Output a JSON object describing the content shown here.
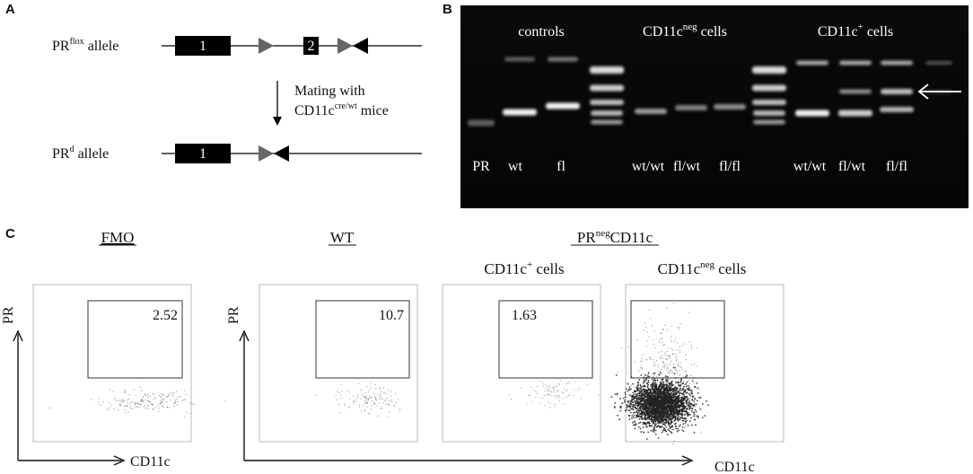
{
  "panels": {
    "a": {
      "letter": "A"
    },
    "b": {
      "letter": "B"
    },
    "c": {
      "letter": "C"
    }
  },
  "scheme": {
    "flox_allele": {
      "base": "PR",
      "sup": "flox",
      "rest": " allele"
    },
    "exon1": "1",
    "exon2": "2",
    "mating_line1": "Mating with",
    "mating_line2": {
      "base": "CD11c",
      "sup": "cre/wt",
      "rest": " mice"
    },
    "d_allele": {
      "base": "PR",
      "sup": "d",
      "rest": " allele"
    },
    "exon1_d": "1"
  },
  "gel": {
    "groups": [
      {
        "text": "controls"
      },
      {
        "base": "CD11c",
        "sup": "neg",
        "rest": " cells"
      },
      {
        "base": "CD11c",
        "sup": "+",
        "rest": " cells"
      }
    ],
    "lanes": [
      "PR",
      "wt",
      "fl",
      "wt/wt",
      "fl/wt",
      "fl/fl",
      "wt/wt",
      "fl/wt",
      "fl/fl"
    ],
    "arrow_icon": "left-arrow-icon"
  },
  "flow": {
    "titles": {
      "fmo": "FMO",
      "wt": "WT",
      "prneg": {
        "base": "PR",
        "sup": "neg",
        "rest": "CD11c"
      }
    },
    "subtitles": {
      "cd11c_pos": {
        "base": "CD11c",
        "sup": "+",
        "rest": " cells"
      },
      "cd11c_neg": {
        "base": "CD11c",
        "sup": "neg",
        "rest": " cells"
      }
    },
    "y_axis_label": "PR",
    "x_axis_label": "CD11c",
    "gate_values": [
      "2.52",
      "10.7",
      "1.63"
    ]
  },
  "chart_data": [
    {
      "type": "scatter",
      "title": "FMO",
      "xlabel": "CD11c",
      "ylabel": "PR",
      "gate": {
        "percent": 2.52
      }
    },
    {
      "type": "scatter",
      "title": "WT",
      "xlabel": "CD11c",
      "ylabel": "PR",
      "gate": {
        "percent": 10.7
      }
    },
    {
      "type": "scatter",
      "title": "PRnegCD11c",
      "subtitle": "CD11c+ cells",
      "xlabel": "CD11c",
      "ylabel": "PR",
      "gate": {
        "percent": 1.63
      }
    },
    {
      "type": "scatter",
      "title": "PRnegCD11c",
      "subtitle": "CD11cneg cells",
      "xlabel": "CD11c",
      "ylabel": "PR"
    }
  ]
}
